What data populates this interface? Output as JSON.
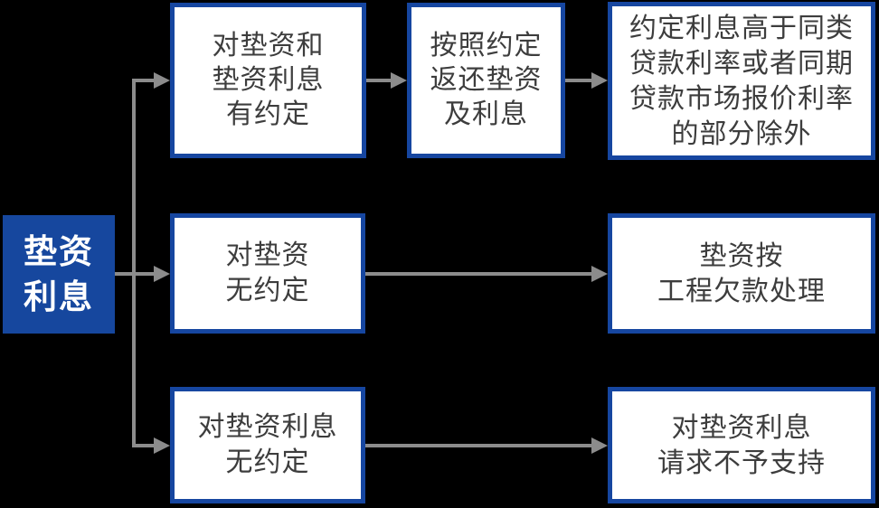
{
  "diagram": {
    "root": {
      "text": "垫资\n利息"
    },
    "nodes": {
      "agreement_both": {
        "text": "对垫资和\n垫资利息\n有约定"
      },
      "return_per_agreement": {
        "text": "按照约定\n返还垫资\n及利息"
      },
      "rate_cap_exception": {
        "text": "约定利息高于同类\n贷款利率或者同期\n贷款市场报价利率\n的部分除外"
      },
      "no_agreement_advance": {
        "text": "对垫资\n无约定"
      },
      "advance_as_project_debt": {
        "text": "垫资按\n工程欠款处理"
      },
      "no_agreement_interest": {
        "text": "对垫资利息\n无约定"
      },
      "interest_not_supported": {
        "text": "对垫资利息\n请求不予支持"
      }
    },
    "edges": [
      {
        "from": "root",
        "to": "agreement_both"
      },
      {
        "from": "root",
        "to": "no_agreement_advance"
      },
      {
        "from": "root",
        "to": "no_agreement_interest"
      },
      {
        "from": "agreement_both",
        "to": "return_per_agreement"
      },
      {
        "from": "return_per_agreement",
        "to": "rate_cap_exception"
      },
      {
        "from": "no_agreement_advance",
        "to": "advance_as_project_debt"
      },
      {
        "from": "no_agreement_interest",
        "to": "interest_not_supported"
      }
    ],
    "colors": {
      "background": "#000000",
      "box_border": "#1646a0",
      "box_fill": "#ffffff",
      "root_fill": "#16479e",
      "root_text": "#ffffff",
      "node_text": "#3d3d3d",
      "connector": "#8c8c8c"
    }
  }
}
